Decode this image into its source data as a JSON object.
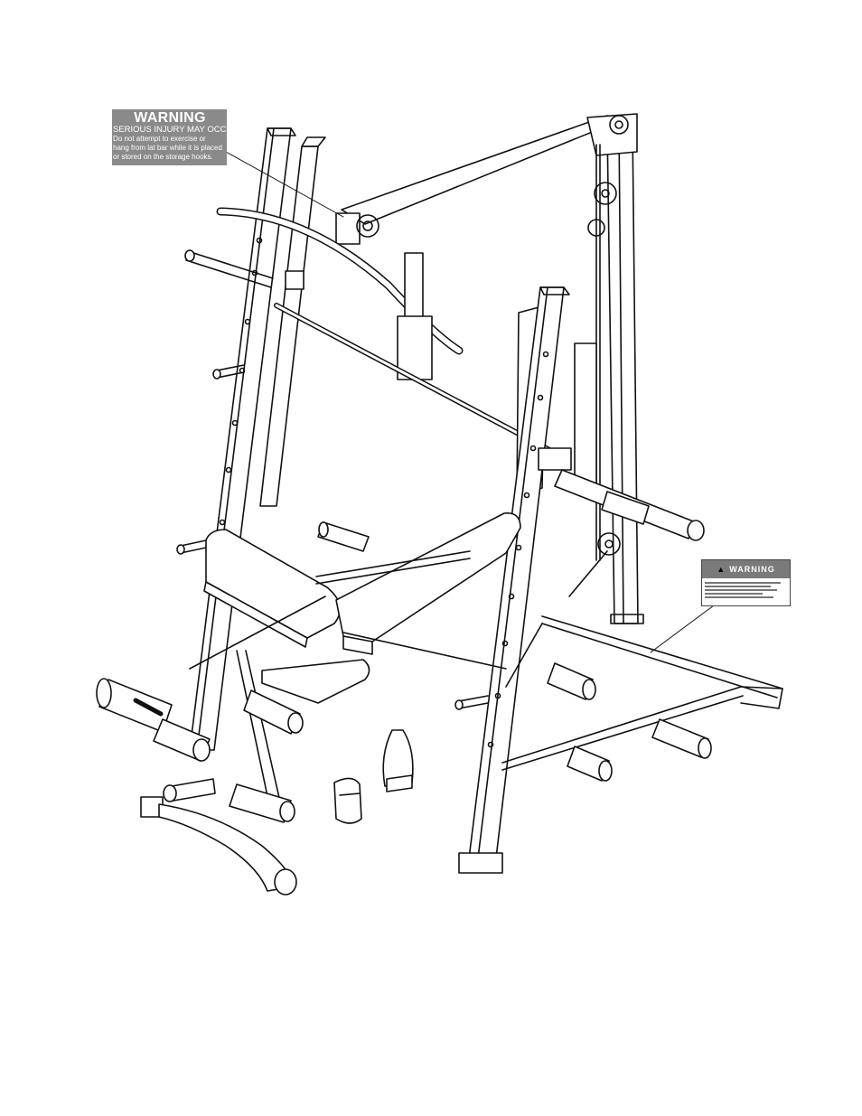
{
  "labels": {
    "large_warning": {
      "title": "WARNING",
      "subtitle": "SERIOUS INJURY MAY OCCUR",
      "lines": [
        "Do not attempt to exercise or",
        "hang from lat bar while it is placed",
        "or stored on the storage hooks."
      ]
    },
    "small_warning": {
      "title": "WARNING",
      "icon": "warning-triangle-icon"
    }
  },
  "colors": {
    "line": "#111111",
    "label_fill": "#8a8a8a",
    "label_text": "#ffffff"
  }
}
